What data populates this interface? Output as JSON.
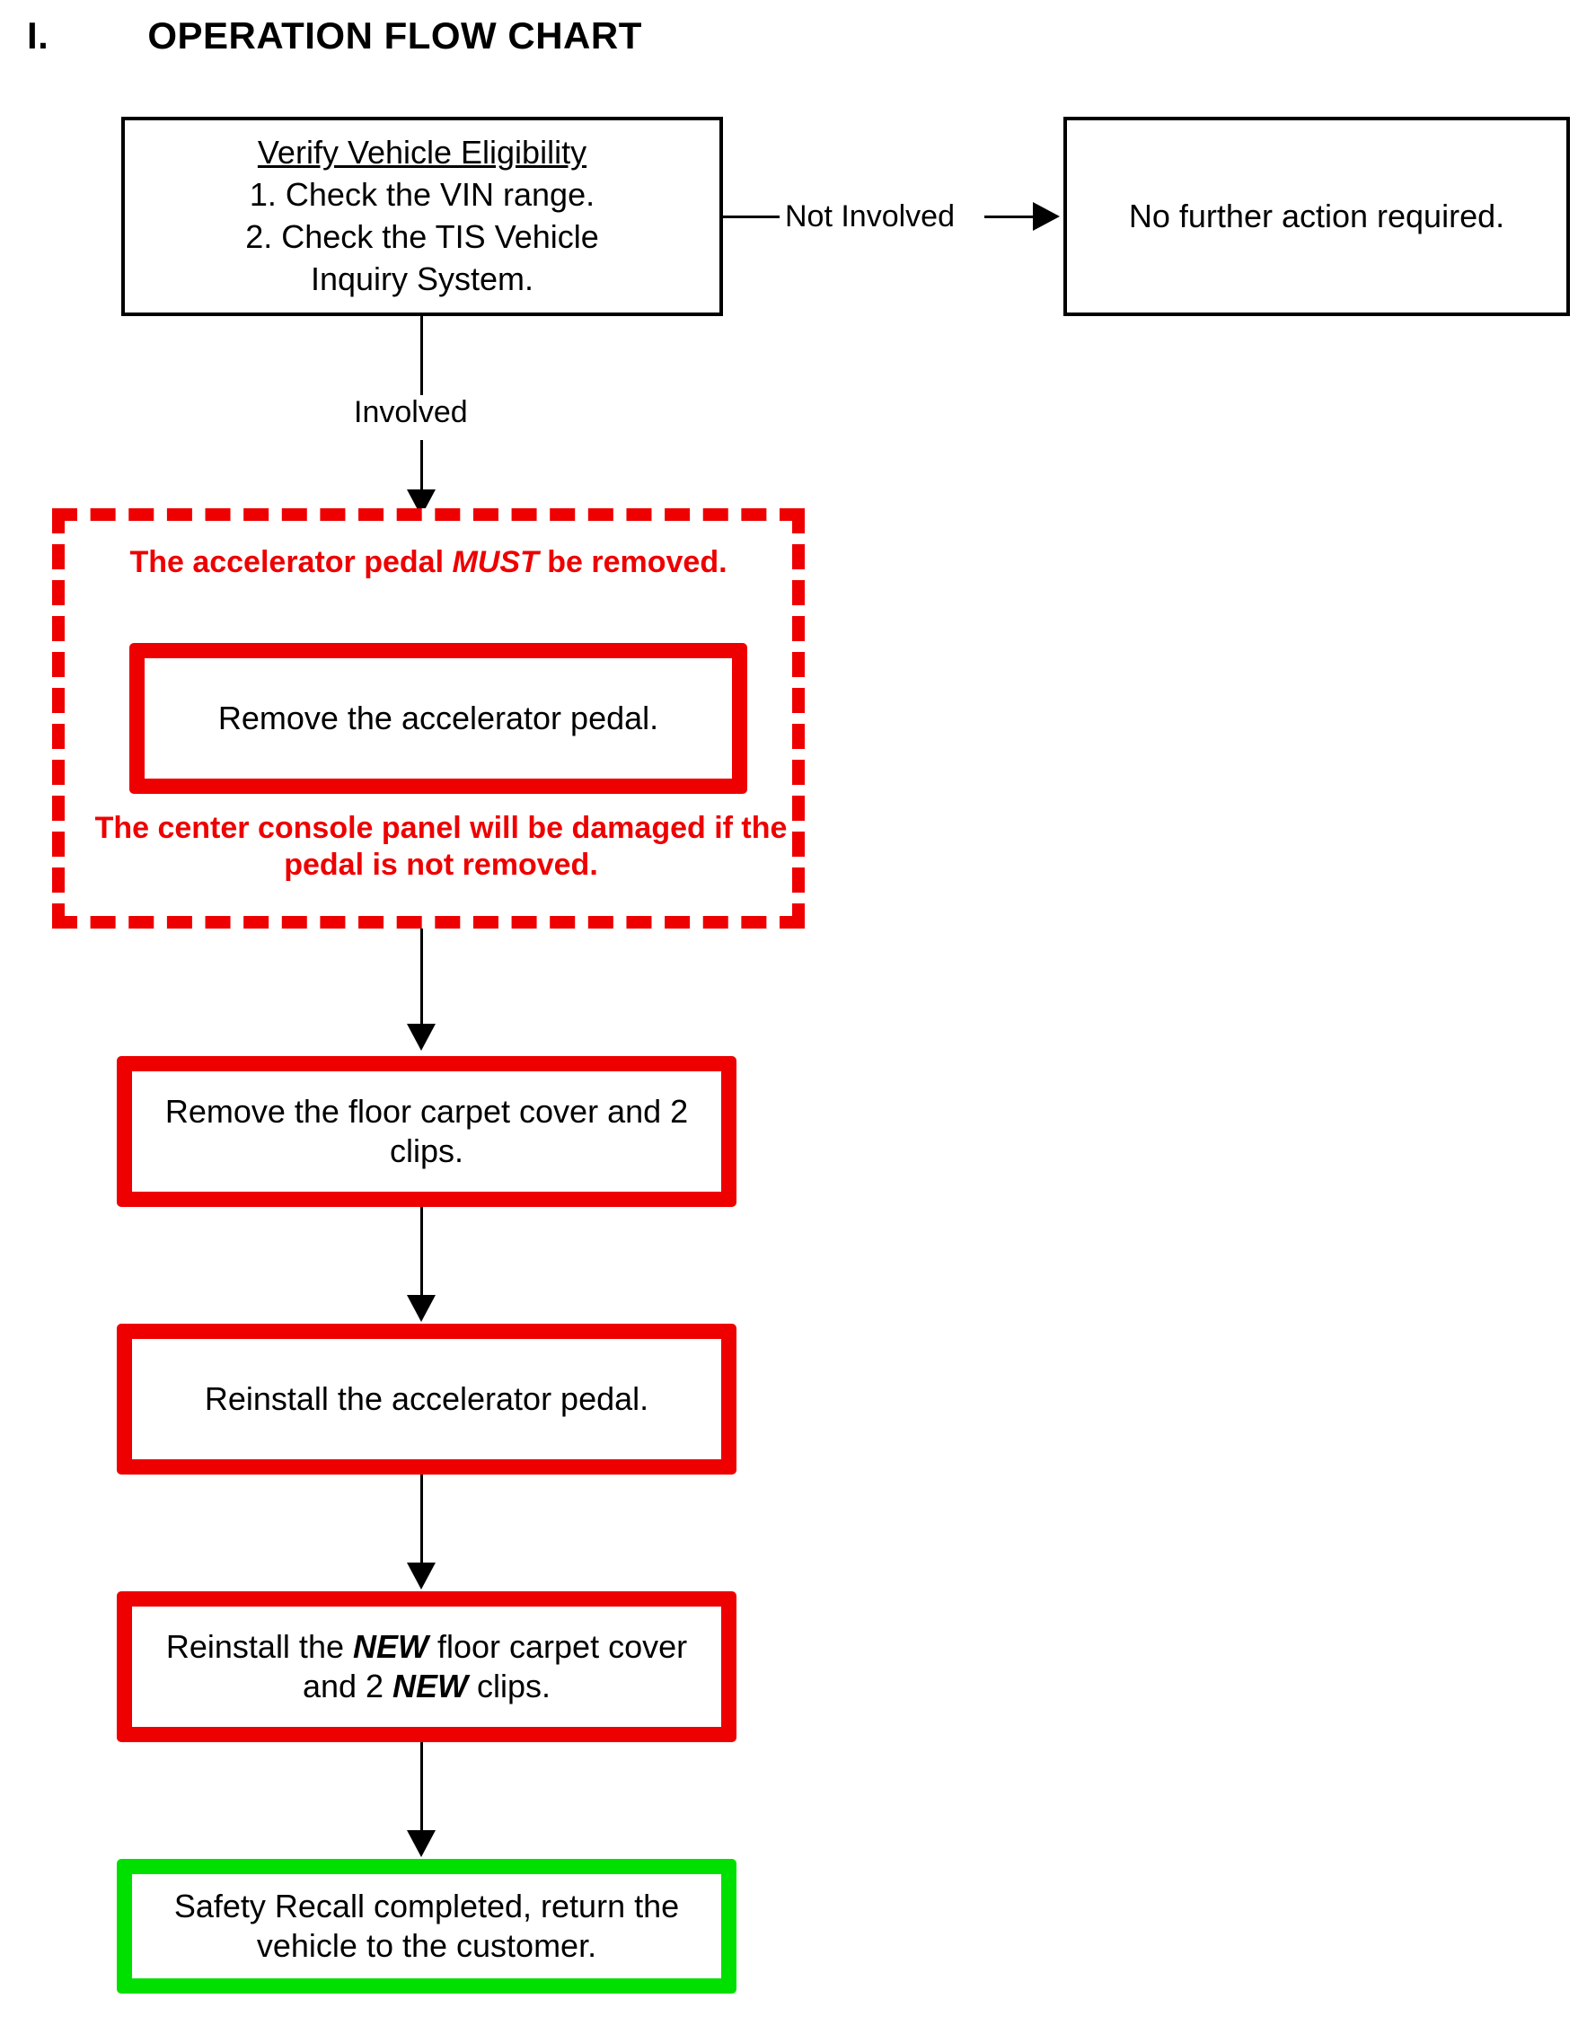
{
  "title": {
    "number": "I.",
    "text": "OPERATION FLOW CHART"
  },
  "colors": {
    "red": "#EE0000",
    "green": "#00E000",
    "black": "#000000",
    "white": "#FFFFFF"
  },
  "nodes": {
    "verify": {
      "heading": "Verify Vehicle Eligibility",
      "item1": "1. Check the VIN range.",
      "item2_line1": "2. Check the TIS Vehicle",
      "item2_line2": "Inquiry System."
    },
    "no_action": {
      "text": "No further action required."
    },
    "warning": {
      "top_text_before": "The accelerator pedal ",
      "top_text_emphasis": "MUST",
      "top_text_after": " be removed.",
      "inner_box_text": "Remove the accelerator pedal.",
      "bottom_text": "The center console panel will be damaged if the pedal is not removed."
    },
    "remove_carpet": {
      "text": "Remove the floor carpet cover and 2 clips."
    },
    "reinstall_pedal": {
      "text": "Reinstall the accelerator pedal."
    },
    "reinstall_carpet": {
      "part1": "Reinstall the ",
      "emphasis1": "NEW",
      "part2": " floor carpet cover and 2 ",
      "emphasis2": "NEW",
      "part3": " clips."
    },
    "completed": {
      "text": "Safety Recall completed, return the vehicle to the customer."
    }
  },
  "edges": {
    "not_involved": "Not Involved",
    "involved": "Involved"
  }
}
